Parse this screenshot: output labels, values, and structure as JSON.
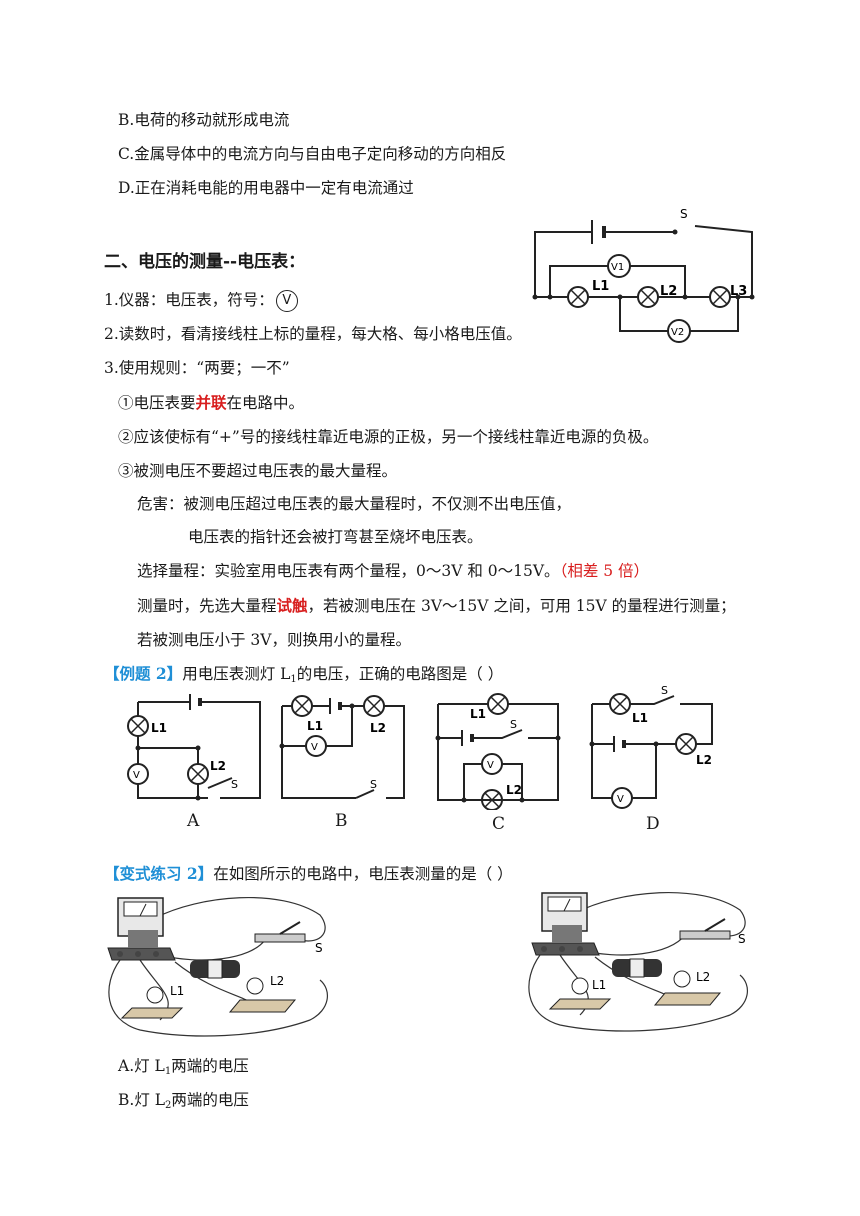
{
  "options_top": [
    "B.电荷的移动就形成电流",
    "C.金属导体中的电流方向与自由电子定向移动的方向相反",
    "D.正在消耗电能的用电器中一定有电流通过"
  ],
  "section": {
    "title": "二、电压的测量--电压表：",
    "item1_prefix": "1.仪器：电压表，符号：",
    "voltmeter_symbol": "V",
    "item2": "2.读数时，看清接线柱上标的量程，每大格、每小格电压值。",
    "item3": "3.使用规则：“两要；一不”",
    "rule1_a": "①电压表要",
    "rule1_red": "并联",
    "rule1_b": "在电路中。",
    "rule2": "②应该使标有“+”号的接线柱靠近电源的正极，另一个接线柱靠近电源的负极。",
    "rule3": "③被测电压不要超过电压表的最大量程。",
    "harm1": "危害：被测电压超过电压表的最大量程时，不仅测不出电压值，",
    "harm2": "电压表的指针还会被打弯甚至烧坏电压表。",
    "range_a": "选择量程：实验室用电压表有两个量程，0～3V 和 0～15V。",
    "range_note": "（相差 5 倍）",
    "measure_a": "测量时，先选大量程",
    "measure_red": "试触",
    "measure_b": "，若被测电压在 3V～15V 之间，可用 15V 的量程进行测量；",
    "measure2": "若被测电压小于 3V，则换用小的量程。"
  },
  "top_circuit": {
    "s": "S",
    "v1": "V1",
    "v2": "V2",
    "l1": "L1",
    "l2": "L2",
    "l3": "L3"
  },
  "example2": {
    "tag": "【例题 2】",
    "text_a": "用电压表测灯 L",
    "sub": "1",
    "text_b": "的电压，正确的电路图是（          ）",
    "captions": [
      "A",
      "B",
      "C",
      "D"
    ],
    "labels": {
      "l1": "L1",
      "l2": "L2",
      "s": "S",
      "v": "V"
    }
  },
  "variant2": {
    "tag": "【变式练习 2】",
    "text": "在如图所示的电路中，电压表测量的是（        ）",
    "s": "S",
    "l1": "L1",
    "l2": "L2",
    "optA_a": "A.灯 L",
    "optA_sub": "1",
    "optA_b": "两端的电压",
    "optB_a": "B.灯 L",
    "optB_sub": "2",
    "optB_b": "两端的电压"
  }
}
